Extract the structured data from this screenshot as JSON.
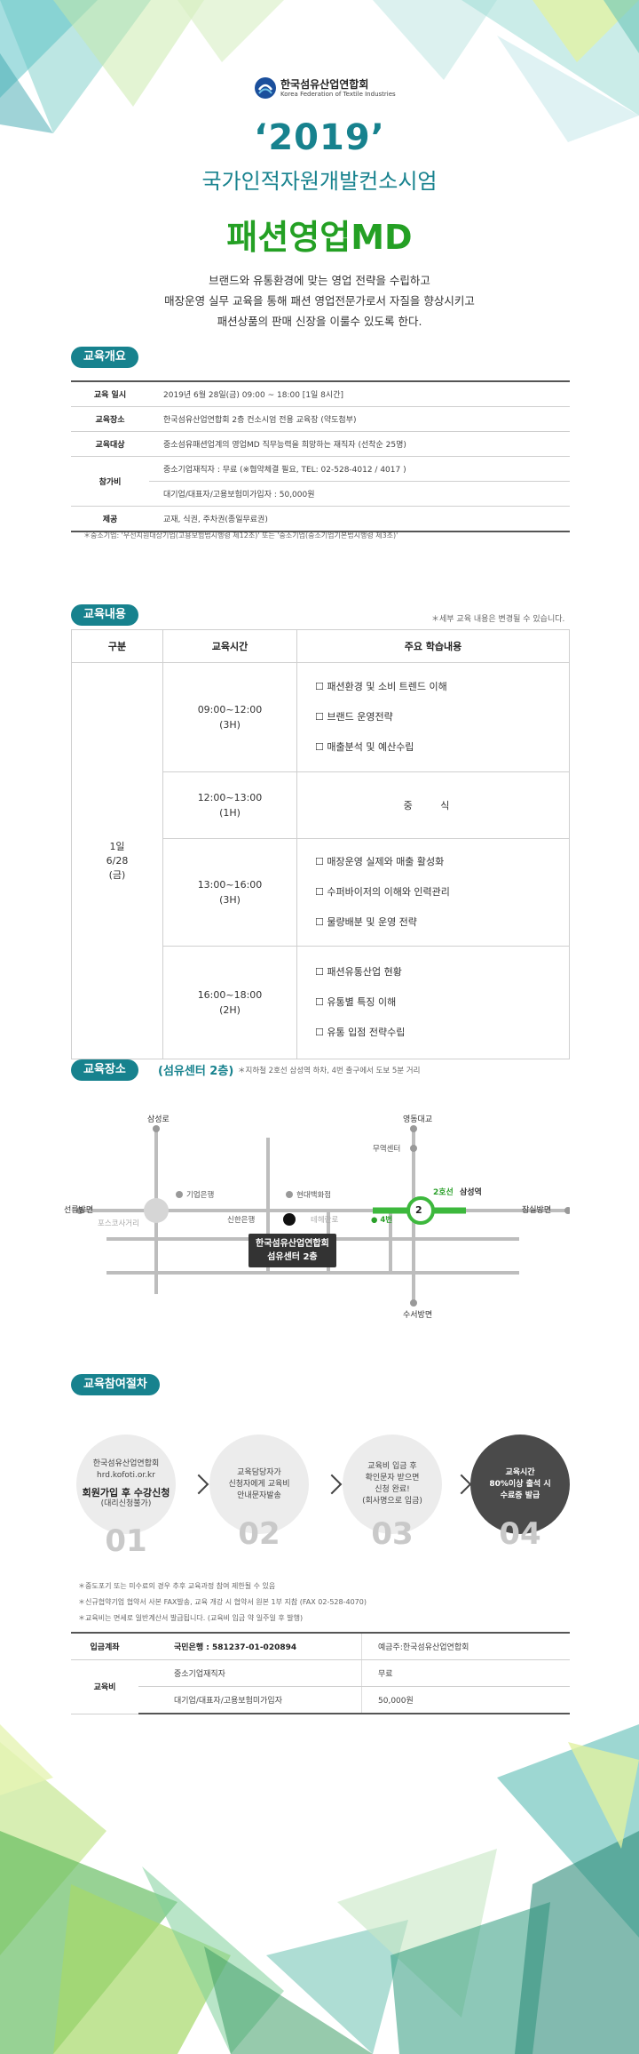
{
  "header": {
    "org_name_kr": "한국섬유산업연합회",
    "org_name_en": "Korea Federation of Textile Industries",
    "year": "‘2019’",
    "subtitle": "국가인적자원개발컨소시엄",
    "title": "패션영업MD",
    "intro": [
      "브랜드와 유통환경에 맞는 영업 전략을 수립하고",
      "매장운영 실무 교육을 통해 패션 영업전문가로서 자질을 향상시키고",
      "패션상품의 판매 신장을 이룰수 있도록 한다."
    ]
  },
  "overview": {
    "title": "교육개요",
    "rows": [
      {
        "key": "교육 일시",
        "value": "2019년 6월 28일(금) 09:00 ~ 18:00 [1일 8시간]"
      },
      {
        "key": "교육장소",
        "value": "한국섬유산업연합회 2층 컨소시엄 전용 교육장 (약도첨부)"
      },
      {
        "key": "교육대상",
        "value": "중소섬유패션업계의 영업MD 직무능력을 희망하는 재직자 (선착순 25명)"
      },
      {
        "key": "참가비",
        "value": "중소기업재직자 : 무료 (※협약체결 필요, TEL: 02-528-4012 / 4017 )",
        "value2": "대기업/대표자/고용보험미가입자 :  50,000원"
      },
      {
        "key": "제공",
        "value": "교재, 식권, 주차권(종일무료권)"
      }
    ],
    "note": "＊중소기업: '우선지원대상기업(고용보험법시행령 제12조)' 또는 '중소기업(중소기업기본법시행령 제3조)'"
  },
  "curriculum": {
    "title": "교육내용",
    "note": "＊세부 교육 내용은 변경될 수 있습니다.",
    "headers": [
      "구분",
      "교육시간",
      "주요 학습내용"
    ],
    "day": [
      "1일",
      "6/28",
      "(금)"
    ],
    "blocks": [
      {
        "time": "09:00~12:00",
        "hours": "(3H)",
        "items": [
          "☐ 패션환경 및 소비 트렌드 이해",
          "☐ 브랜드 운영전략",
          "☐ 매출분석 및 예산수립"
        ]
      },
      {
        "time": "12:00~13:00",
        "hours": "(1H)",
        "lunch": "중 식"
      },
      {
        "time": "13:00~16:00",
        "hours": "(3H)",
        "items": [
          "☐ 매장운영 실제와 매출 활성화",
          "☐ 수퍼바이저의 이해와 인력관리",
          "☐ 물량배분 및 운영 전략"
        ]
      },
      {
        "time": "16:00~18:00",
        "hours": "(2H)",
        "items": [
          "☐ 패션유통산업 현황",
          "☐ 유통별 특징 이해",
          "☐ 유통 입점 전략수립"
        ]
      }
    ]
  },
  "location": {
    "title": "교육장소",
    "place": "(섬유센터 2층)",
    "note": "＊지하철 2호선 삼성역 하차, 4번 출구에서 도보 5분 거리",
    "map": {
      "samsung_ro": "삼성로",
      "yeongdong_bridge": "영동대교",
      "muyeok_center": "무역센터",
      "ibk": "기업은행",
      "hyundai": "현대백화점",
      "seolleung_station": "선릉방면",
      "posco": "포스코사거리",
      "shinhan": "신한은행",
      "teheran": "테헤란로",
      "exit4": "● 4번",
      "line2": "2호선",
      "samsung_station": "삼성역",
      "line_number": "2",
      "jamsil": "잠실방면",
      "suseo": "수서방면",
      "building": [
        "한국섬유산업연합회",
        "섬유센터 2층"
      ]
    }
  },
  "procedure": {
    "title": "교육참여절차",
    "steps": [
      {
        "lines": [
          "한국섬유산업연합회",
          "hrd.kofoti.or.kr"
        ],
        "strong": "회원가입 후 수강신청",
        "sub": "(대리신청불가)",
        "num": "01"
      },
      {
        "lines": [
          "교육담당자가",
          "신청자에게 교육비",
          "안내문자발송"
        ],
        "num": "02"
      },
      {
        "lines": [
          "교육비 입금 후",
          "확인문자 받으면",
          "신청 완료!",
          "(회사명으로 입금)"
        ],
        "num": "03"
      },
      {
        "lines": [
          "교육시간",
          "80%이상 출석 시",
          "수료증 발급"
        ],
        "num": "04"
      }
    ],
    "notes": [
      "＊중도포기 또는 미수료의 경우 추후 교육과정 참여 제한될 수 있음",
      "＊신규협약기업 협약서 사본 FAX발송, 교육 개강 시 협약서 원본 1부 지참 (FAX 02-528-4070)",
      "＊교육비는 면세로 일반계산서 발급됩니다. (교육비 입금 약 일주일 후 발행)"
    ],
    "fees": {
      "account_key": "입금계좌",
      "account_bank": "국민은행 : 581237-01-020894",
      "account_holder": "예금주:한국섬유산업연합회",
      "fee_key": "교육비",
      "rows": [
        {
          "label": "중소기업재직자",
          "value": "무료"
        },
        {
          "label": "대기업/대표자/고용보험미가입자",
          "value": "50,000원"
        }
      ]
    }
  }
}
